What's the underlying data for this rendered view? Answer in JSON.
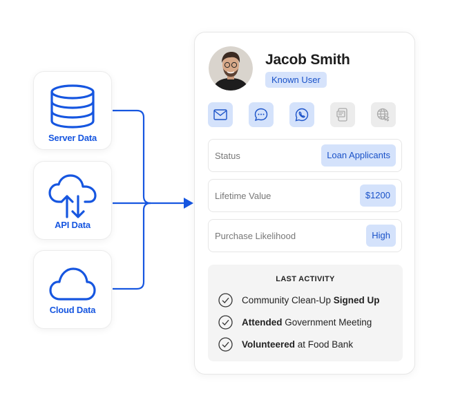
{
  "sources": [
    {
      "label": "Server Data",
      "icon": "database-icon"
    },
    {
      "label": "API Data",
      "icon": "cloud-sync-icon"
    },
    {
      "label": "Cloud Data",
      "icon": "cloud-icon"
    }
  ],
  "profile": {
    "name": "Jacob Smith",
    "badge": "Known User",
    "channels": [
      {
        "icon": "email-icon",
        "active": true
      },
      {
        "icon": "chat-icon",
        "active": true
      },
      {
        "icon": "whatsapp-icon",
        "active": true
      },
      {
        "icon": "sms-icon",
        "active": false
      },
      {
        "icon": "web-icon",
        "active": false
      }
    ],
    "fields": [
      {
        "label": "Status",
        "value": "Loan Applicants"
      },
      {
        "label": "Lifetime Value",
        "value": "$1200"
      },
      {
        "label": "Purchase Likelihood",
        "value": "High"
      }
    ],
    "activity": {
      "title": "LAST ACTIVITY",
      "items": [
        {
          "pre": "Community Clean-Up ",
          "bold": "Signed Up",
          "post": ""
        },
        {
          "pre": "",
          "bold": "Attended",
          "post": " Government Meeting"
        },
        {
          "pre": "",
          "bold": "Volunteered",
          "post": " at Food Bank"
        }
      ]
    }
  },
  "colors": {
    "accent": "#1656e0",
    "badge_bg": "#d4e2fb",
    "muted_bg": "#ececec"
  }
}
